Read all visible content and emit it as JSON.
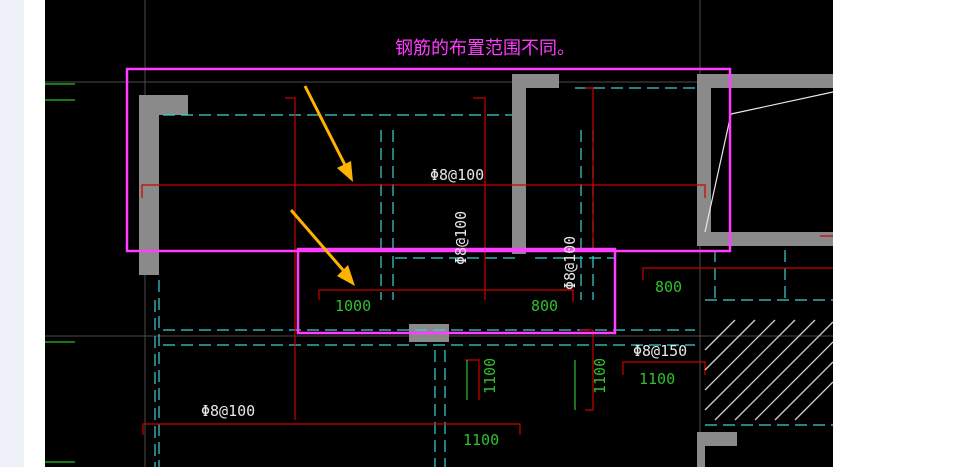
{
  "annotation": "钢筋的布置范围不同。",
  "labels": {
    "rebar_a": "Φ8@100",
    "rebar_b": "Φ8@100",
    "rebar_c": "Φ8@100",
    "rebar_d": "Φ8@100",
    "rebar_e": "Φ8@150",
    "dim_1000": "1000",
    "dim_800a": "800",
    "dim_800b": "800",
    "dim_1100a": "1100",
    "dim_1100b": "1100",
    "dim_1100c": "1100",
    "dim_1100d": "1100"
  },
  "colors": {
    "canvas": "#000000",
    "highlight": "#ff3cff",
    "arrow": "#ffb300",
    "rebar": "#cc0000",
    "dimension": "#2fbf2f",
    "axis": "#3fd0d0",
    "wall": "#8a8a8a"
  }
}
